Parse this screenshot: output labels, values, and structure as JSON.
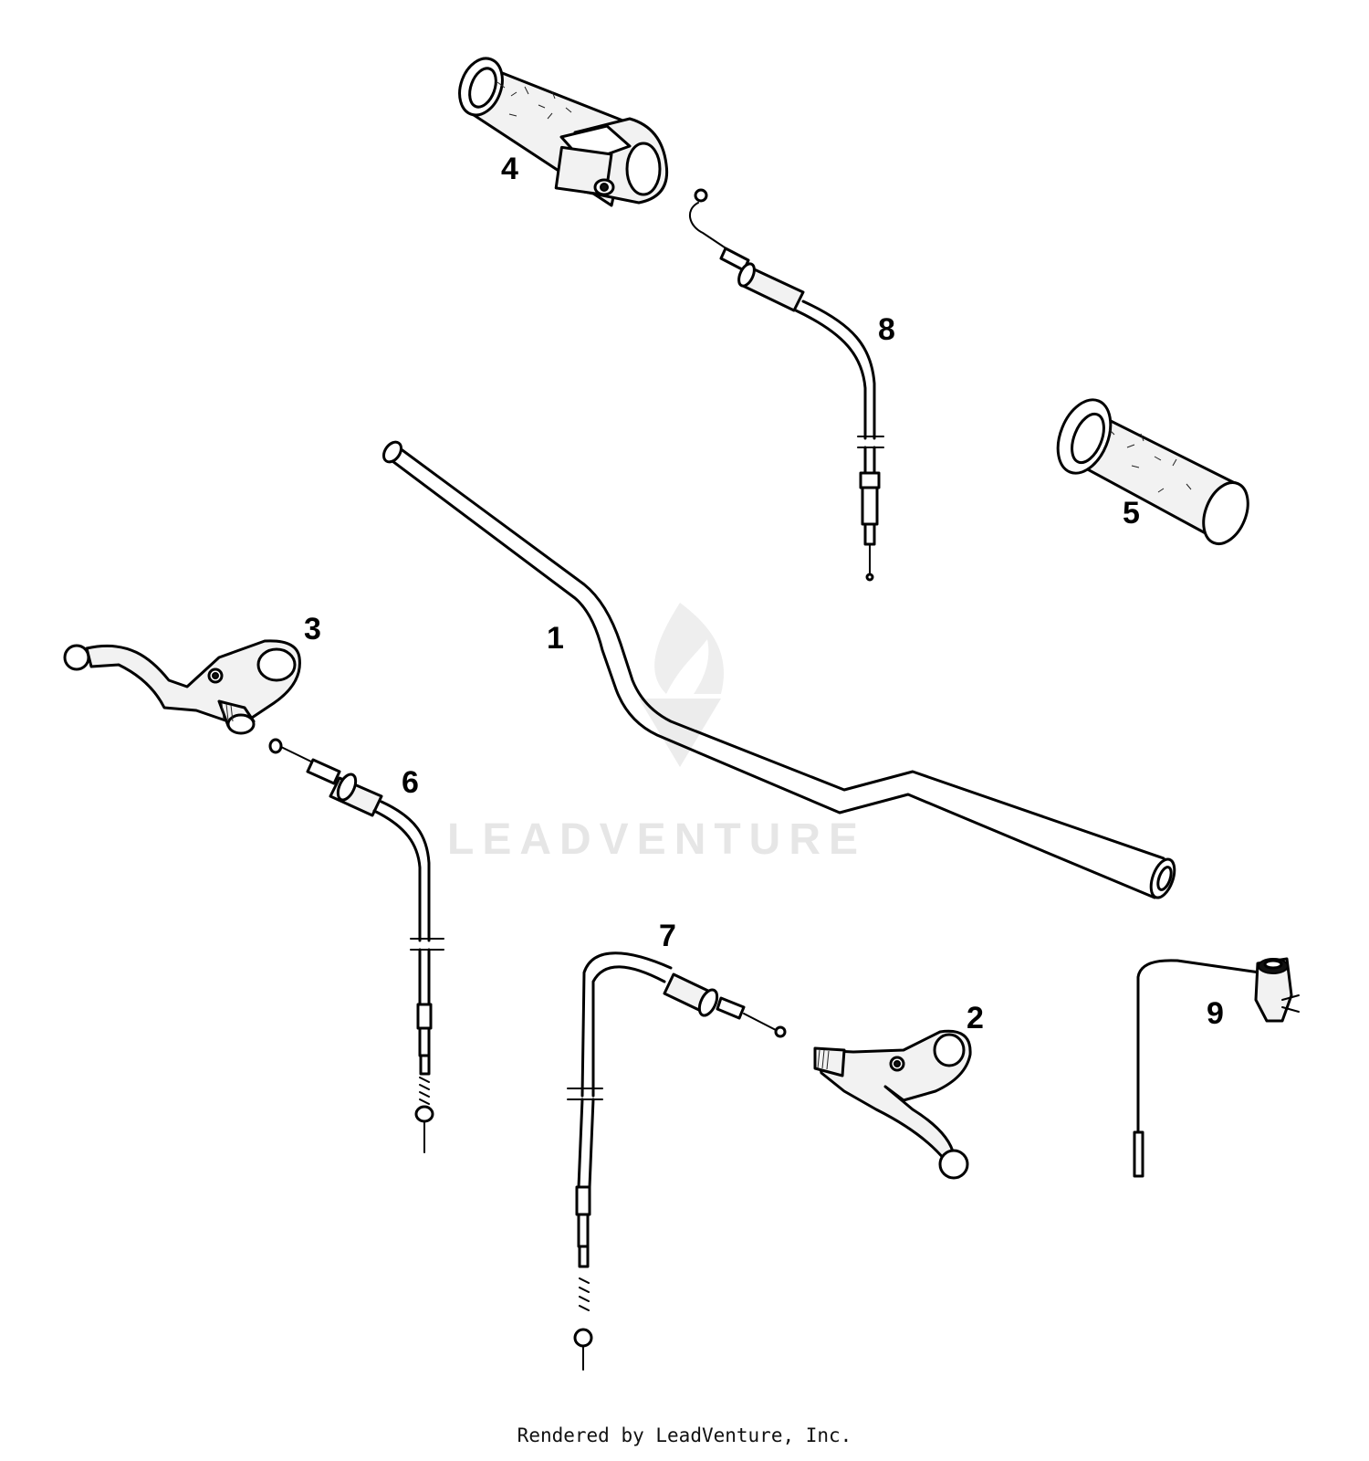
{
  "watermark": {
    "text": "LEADVENTURE"
  },
  "callouts": {
    "handlebar": "1",
    "brake_lever": "2",
    "clutch_lever": "3",
    "throttle_grip": "4",
    "left_grip": "5",
    "clutch_cable": "6",
    "brake_cable": "7",
    "throttle_cable": "8",
    "kill_switch": "9"
  },
  "footer": {
    "credit": "Rendered by LeadVenture, Inc."
  }
}
